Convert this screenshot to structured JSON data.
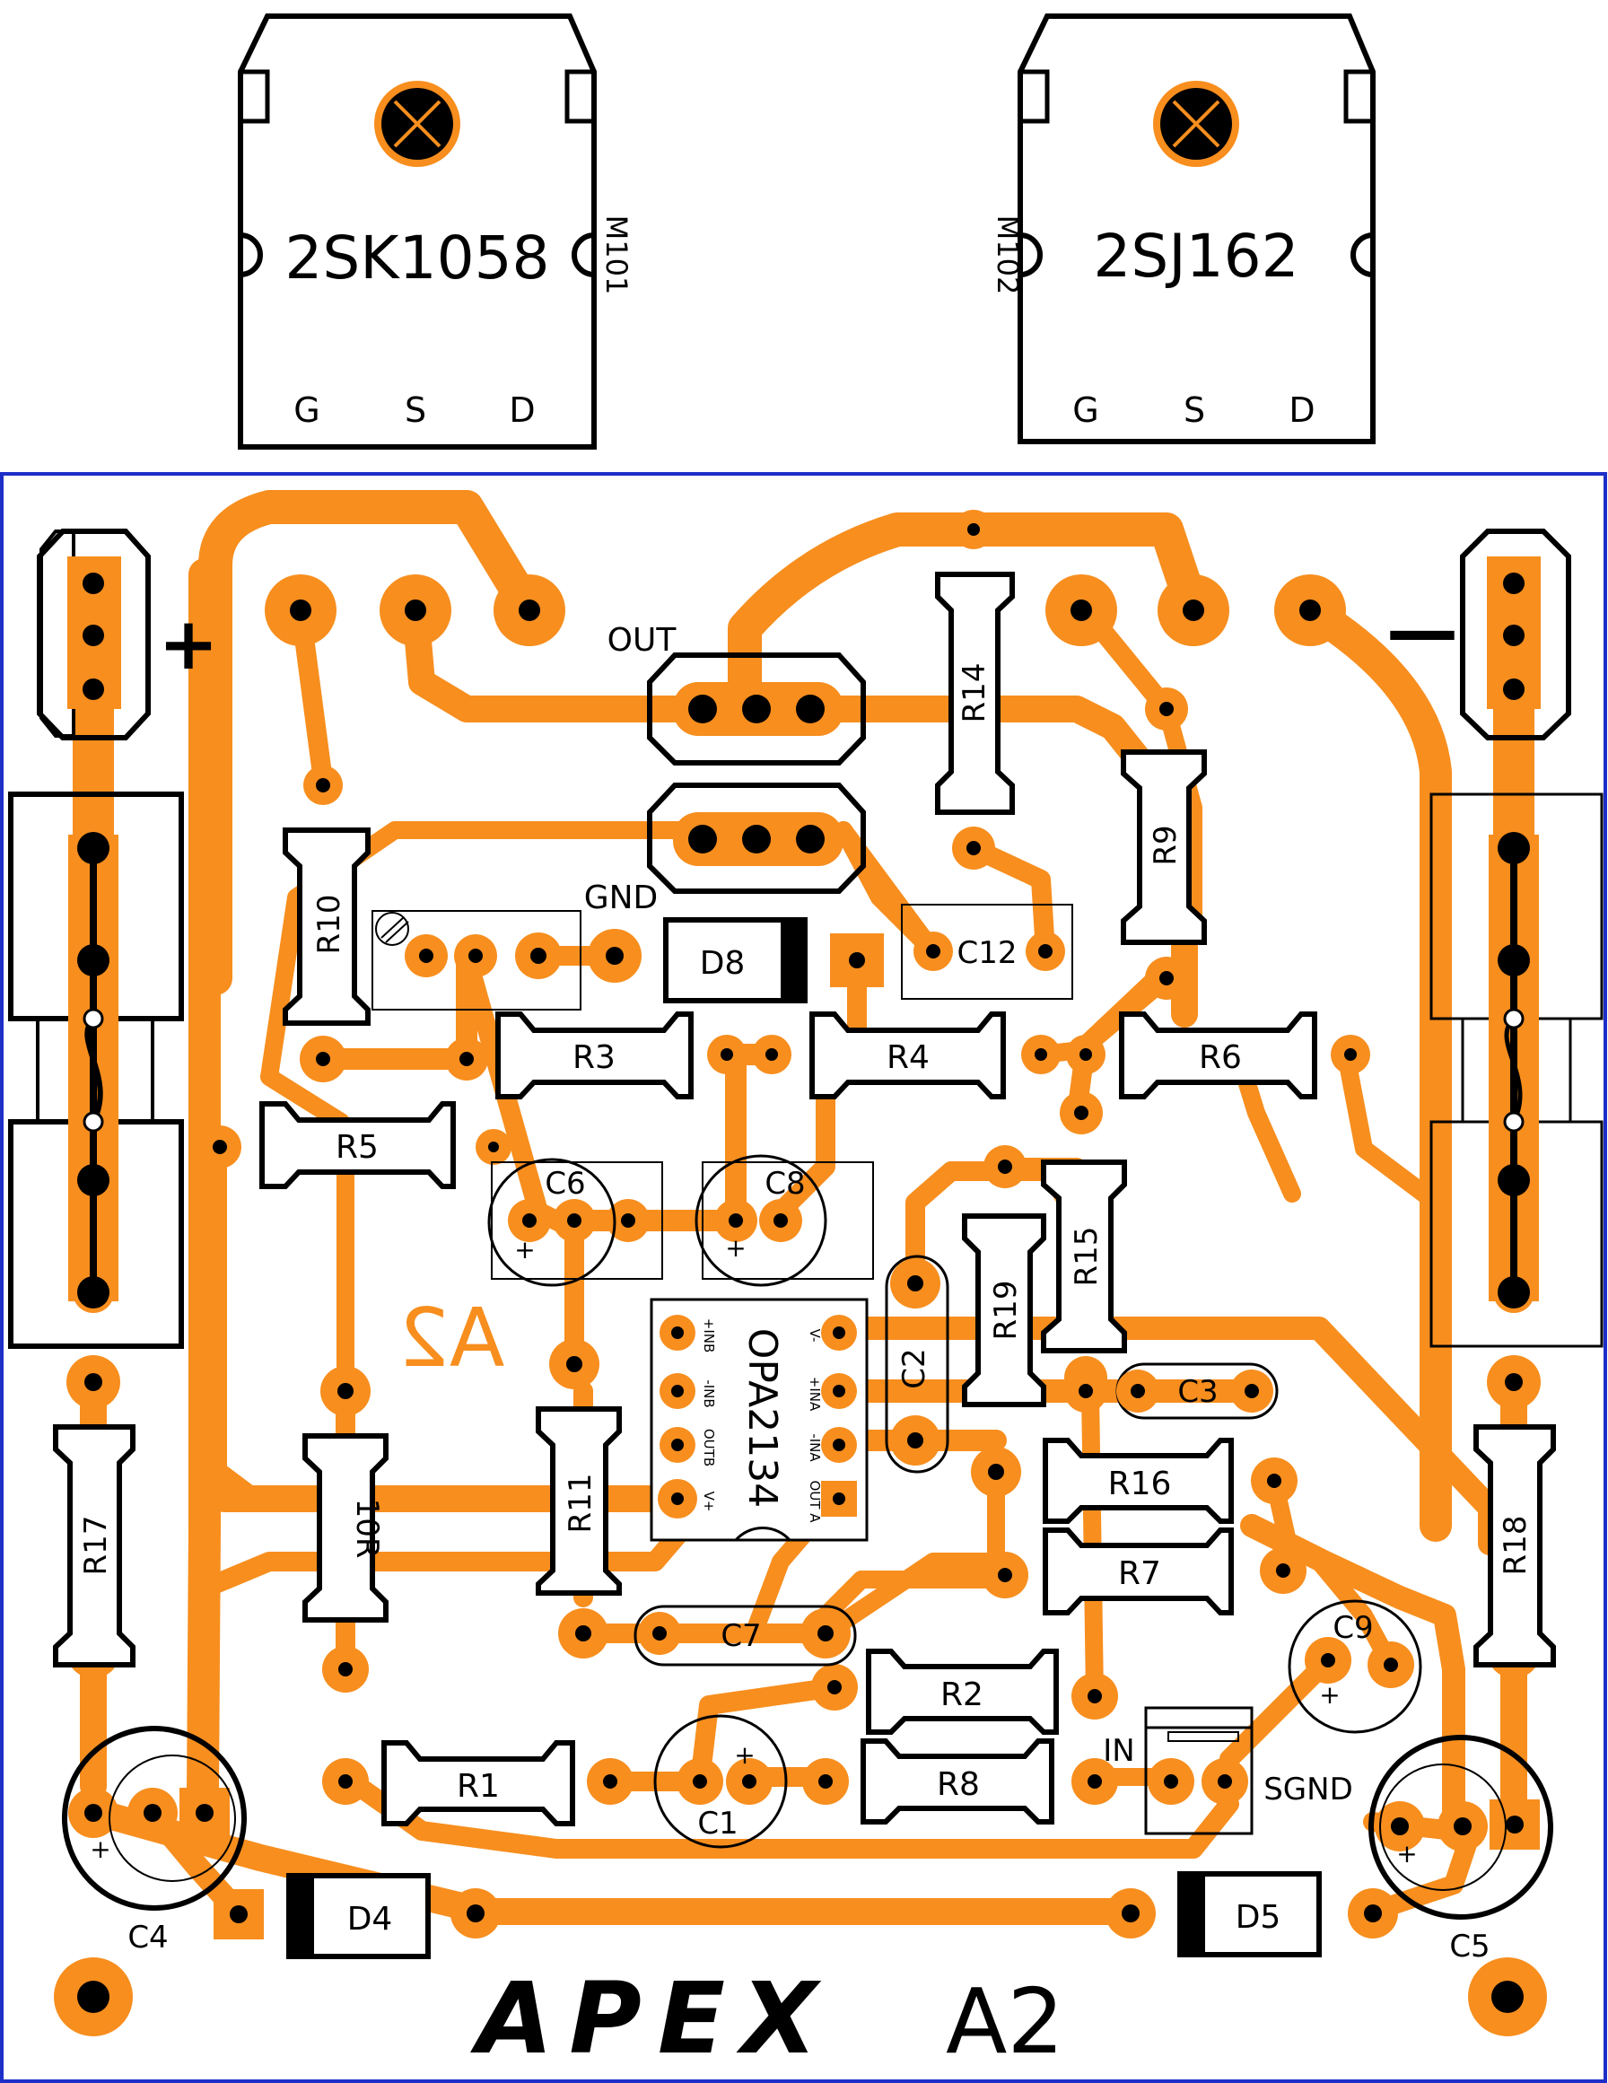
{
  "colors": {
    "copper": "#F78E1E",
    "outline": "#000000",
    "board_border": "#1E2FC8",
    "background": "#FFFFFF"
  },
  "transistors": {
    "left": {
      "part": "2SK1058",
      "ref": "M101",
      "pins": [
        "G",
        "S",
        "D"
      ]
    },
    "right": {
      "part": "2SJ162",
      "ref": "M102",
      "pins": [
        "G",
        "S",
        "D"
      ]
    }
  },
  "labels": {
    "out": "OUT",
    "gnd": "GND",
    "in": "IN",
    "sgnd": "SGND",
    "plus": "+",
    "minus": "—",
    "cap_plus": "+",
    "board_mirror": "A2",
    "ic": "OPA2134",
    "ic_pins_left": [
      "+INB",
      "-INB",
      "OUTB",
      "V+"
    ],
    "ic_pins_right": [
      "V-",
      "+INA",
      "-INA",
      "OUT A"
    ]
  },
  "components": {
    "resistors": [
      "R1",
      "R2",
      "R3",
      "R4",
      "R5",
      "R6",
      "R7",
      "R8",
      "R9",
      "R10",
      "R11",
      "R14",
      "R15",
      "R16",
      "R17",
      "R18",
      "R19",
      "10R"
    ],
    "capacitors": [
      "C1",
      "C2",
      "C3",
      "C4",
      "C5",
      "C6",
      "C7",
      "C8",
      "C9",
      "C12"
    ],
    "diodes": [
      "D4",
      "D5",
      "D8"
    ]
  },
  "branding": {
    "logo": "APEX",
    "model": "A2"
  }
}
